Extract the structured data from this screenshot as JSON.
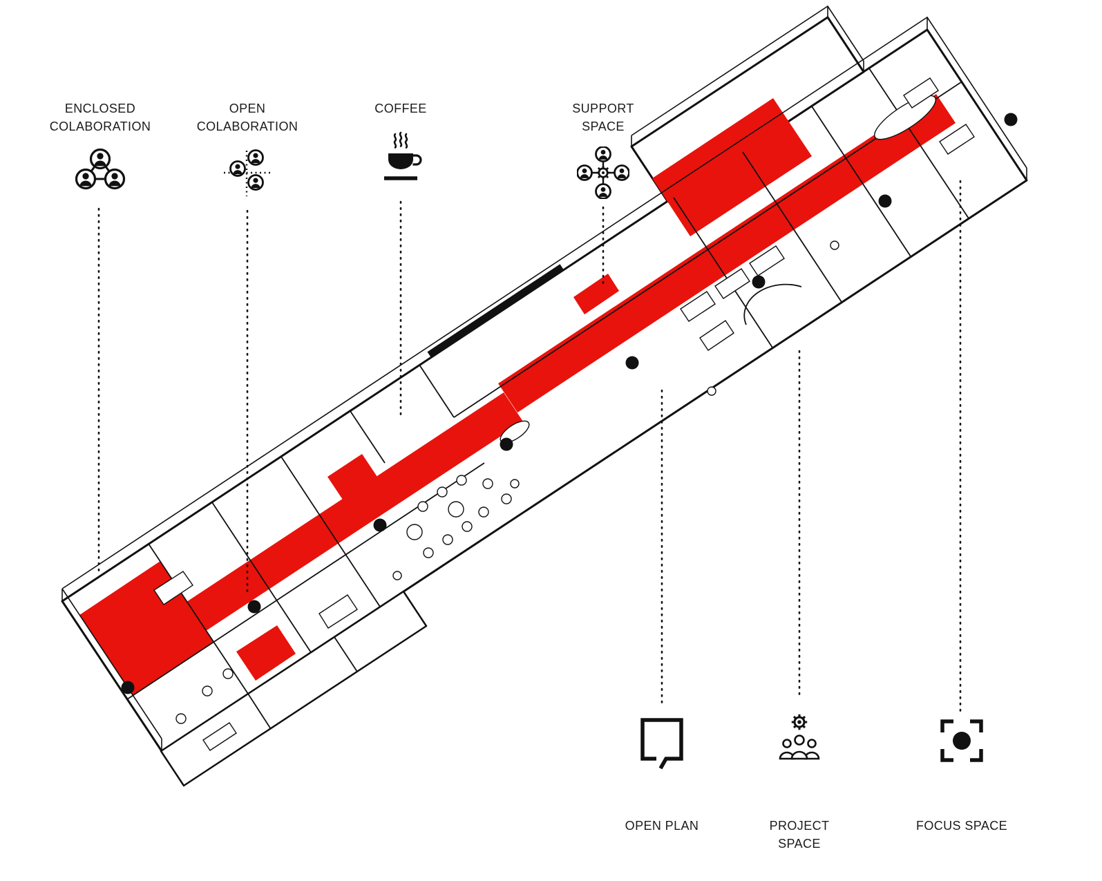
{
  "diagram": {
    "colors": {
      "accent": "#e8130c",
      "ink": "#111111",
      "background": "#ffffff"
    },
    "top_callouts": [
      {
        "id": "enclosed-collaboration",
        "line1": "ENCLOSED",
        "line2": "COLABORATION",
        "icon": "enclosed-collaboration-icon"
      },
      {
        "id": "open-collaboration",
        "line1": "OPEN",
        "line2": "COLABORATION",
        "icon": "open-collaboration-icon"
      },
      {
        "id": "coffee",
        "line1": "COFFEE",
        "line2": "",
        "icon": "coffee-icon"
      },
      {
        "id": "support-space",
        "line1": "SUPPORT",
        "line2": "SPACE",
        "icon": "support-space-icon"
      }
    ],
    "bottom_callouts": [
      {
        "id": "open-plan",
        "line1": "OPEN PLAN",
        "line2": "",
        "icon": "open-plan-icon"
      },
      {
        "id": "project-space",
        "line1": "PROJECT",
        "line2": "SPACE",
        "icon": "project-space-icon"
      },
      {
        "id": "focus-space",
        "line1": "FOCUS SPACE",
        "line2": "",
        "icon": "focus-space-icon"
      }
    ]
  }
}
